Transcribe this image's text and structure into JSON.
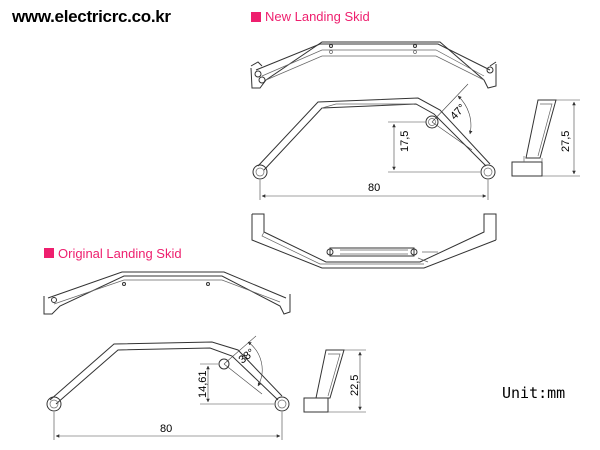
{
  "site_url": "www.electricrc.co.kr",
  "accent_color": "#ee1f6e",
  "new_skid": {
    "heading": "New Landing Skid",
    "angle_label": "47°",
    "height_label": "17,5",
    "width_label": "80",
    "side_height_label": "27,5"
  },
  "original_skid": {
    "heading": "Original Landing Skid",
    "angle_label": "38°",
    "height_label": "14,61",
    "width_label": "80",
    "side_height_label": "22,5"
  },
  "unit_label": "Unit:mm"
}
